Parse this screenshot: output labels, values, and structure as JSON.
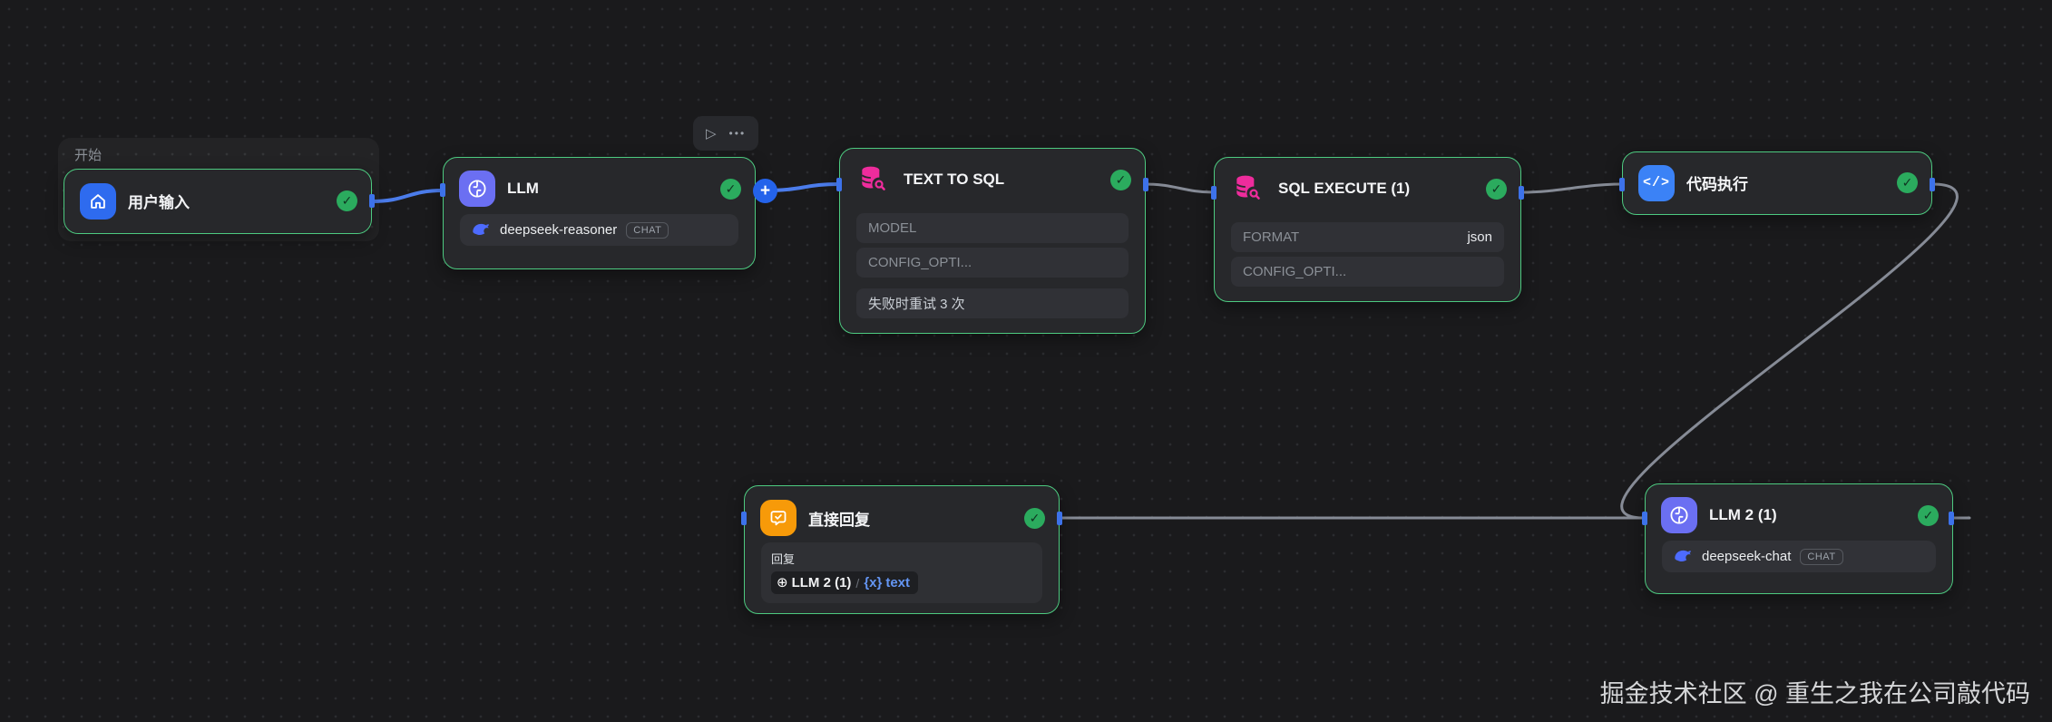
{
  "watermark": "掘金技术社区 @ 重生之我在公司敲代码",
  "group": {
    "label": "开始"
  },
  "toolbar": {
    "play": "▷",
    "more": "•••"
  },
  "icons": {
    "check": "✓",
    "plus": "+",
    "code": "</>",
    "var_circle": "⊕"
  },
  "nodes": {
    "userInput": {
      "title": "用户输入"
    },
    "llm": {
      "title": "LLM",
      "model": "deepseek-reasoner",
      "badge": "CHAT"
    },
    "textToSql": {
      "title": "TEXT TO SQL",
      "row1": "MODEL",
      "row2": "CONFIG_OPTI...",
      "row3": "失败时重试 3 次"
    },
    "sqlExecute": {
      "title": "SQL EXECUTE (1)",
      "row1_label": "FORMAT",
      "row1_value": "json",
      "row2": "CONFIG_OPTI..."
    },
    "codeExec": {
      "title": "代码执行"
    },
    "directReply": {
      "title": "直接回复",
      "panel_label": "回复",
      "var_node": "LLM 2 (1)",
      "var_sep": "/",
      "var_braces": "{x}",
      "var_field": "text"
    },
    "llm2": {
      "title": "LLM 2 (1)",
      "model": "deepseek-chat",
      "badge": "CHAT"
    }
  },
  "colors": {
    "node_border_green": "#4dca80",
    "edge_blue": "#4b7ceb",
    "edge_gray": "#868b96",
    "icon_blue": "#2e6bef",
    "icon_indigo": "#6b6ff2",
    "icon_pink": "#ee2c9c",
    "icon_orange": "#f79a09",
    "check_green": "#2bab5e",
    "deepseek_blue": "#4d6bfe"
  }
}
